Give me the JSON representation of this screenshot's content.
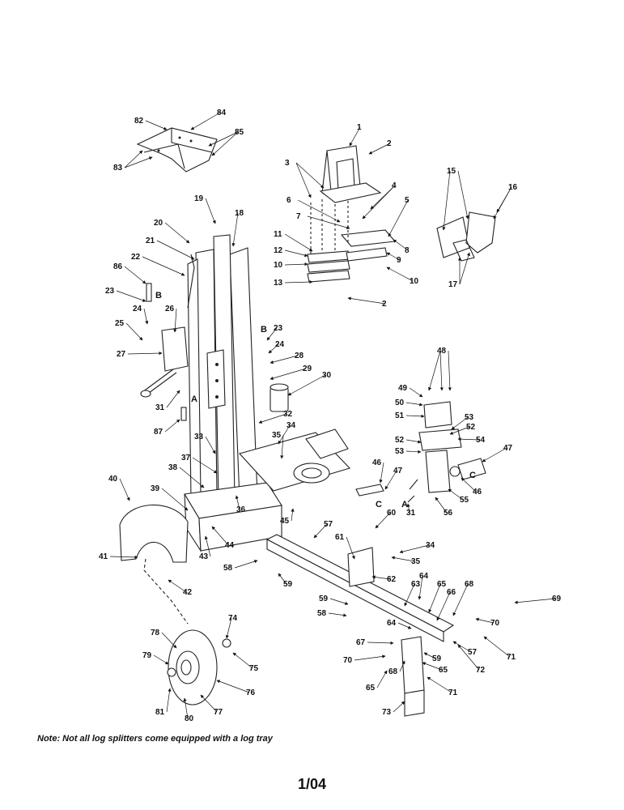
{
  "note": "Note: Not all log splitters come equipped with a log tray",
  "date_code": "1/04",
  "callouts": [
    "1",
    "2",
    "3",
    "4",
    "5",
    "6",
    "7",
    "8",
    "9",
    "10",
    "11",
    "12",
    "13",
    "15",
    "16",
    "17",
    "18",
    "19",
    "20",
    "21",
    "22",
    "23",
    "24",
    "25",
    "26",
    "27",
    "28",
    "29",
    "30",
    "31",
    "32",
    "33",
    "34",
    "35",
    "36",
    "37",
    "38",
    "39",
    "40",
    "41",
    "42",
    "43",
    "44",
    "45",
    "46",
    "47",
    "48",
    "49",
    "50",
    "51",
    "52",
    "53",
    "54",
    "55",
    "56",
    "57",
    "58",
    "59",
    "60",
    "61",
    "62",
    "63",
    "64",
    "65",
    "66",
    "67",
    "68",
    "69",
    "70",
    "71",
    "72",
    "73",
    "74",
    "75",
    "76",
    "77",
    "78",
    "79",
    "80",
    "81",
    "82",
    "83",
    "84",
    "85",
    "86",
    "87"
  ],
  "hose_labels": [
    "A",
    "B",
    "C"
  ]
}
